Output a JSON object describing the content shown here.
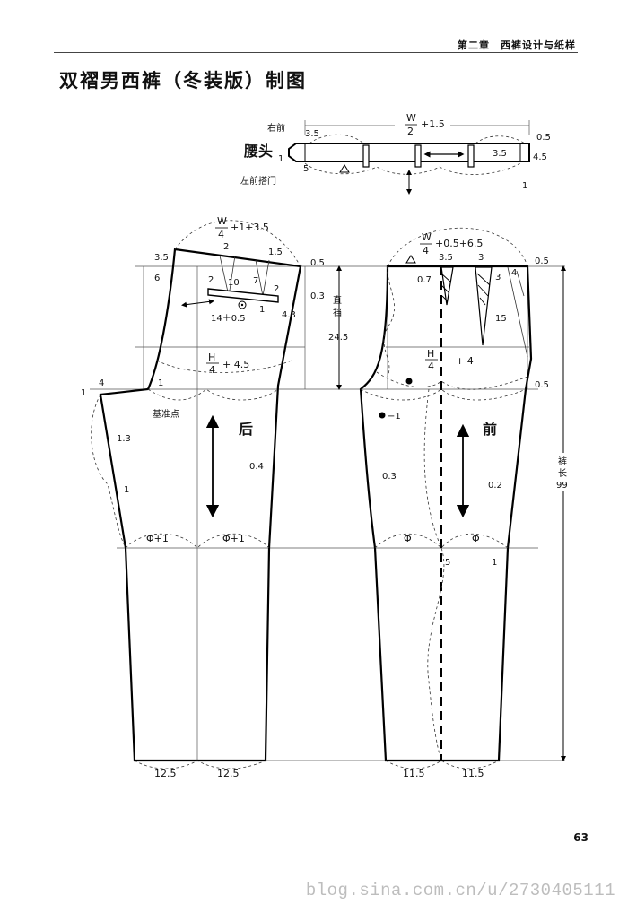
{
  "header": {
    "chapter": "第二章　西裤设计与纸样",
    "title": "双褶男西裤（冬装版）制图"
  },
  "waistband": {
    "name": "腰头",
    "right_front": "右前",
    "left_front_overlap": "左前搭门",
    "length_num": "W",
    "length_den": "2",
    "length_extra": "+1.5",
    "d_3_5_left": "3.5",
    "d_3_5_right": "3.5",
    "d_0_5": "0.5",
    "d_4_5": "4.5",
    "d_1_left": "1",
    "d_1_right": "1",
    "d_5": "5"
  },
  "back": {
    "label": "后",
    "waist_num": "W",
    "waist_den": "4",
    "waist_extra": "+1+3.5",
    "hip_num": "H",
    "hip_den": "4",
    "hip_extra": "+ 4.5",
    "ref_point": "基准点",
    "pocket": "14＋0.5",
    "knee_left": "Φ+1",
    "knee_right": "Φ+1",
    "hem_left": "12.5",
    "hem_right": "12.5",
    "d_3_5": "3.5",
    "d_6": "6",
    "d_2a": "2",
    "d_2b": "2",
    "d_2c": "2",
    "d_10": "10",
    "d_7": "7",
    "d_1_5": "1.5",
    "d_0_5": "0.5",
    "d_0_3": "0.3",
    "d_4_3": "4.3",
    "d_1_pocket": "1",
    "d_1_crotch": "1",
    "d_4_crotch": "4",
    "d_1_hip": "1",
    "d_1_3": "1.3",
    "d_1_inseam": "1",
    "d_0_4": "0.4"
  },
  "front": {
    "label": "前",
    "waist_num": "W",
    "waist_den": "4",
    "waist_extra": "+0.5+6.5",
    "hip_num": "H",
    "hip_den": "4",
    "hip_extra": "+ 4",
    "knee_left": "Φ",
    "knee_right": "Φ",
    "hem_left": "11.5",
    "hem_right": "11.5",
    "d_3_5": "3.5",
    "d_3": "3",
    "d_3b": "3",
    "d_4": "4",
    "d_0_5": "0.5",
    "d_0_7": "0.7",
    "d_15": "15",
    "d_0_5_crotch": "0.5",
    "d_minus_1": "−1",
    "d_0_3": "0.3",
    "d_0_2": "0.2",
    "d_5": "5",
    "d_1": "1"
  },
  "crotch_depth": {
    "label_a": "直",
    "label_b": "裆",
    "value": "24.5"
  },
  "trouser_length": {
    "label_a": "裤",
    "label_b": "长",
    "value": "99"
  },
  "page": {
    "number": "63",
    "watermark": "blog.sina.com.cn/u/2730405111"
  }
}
